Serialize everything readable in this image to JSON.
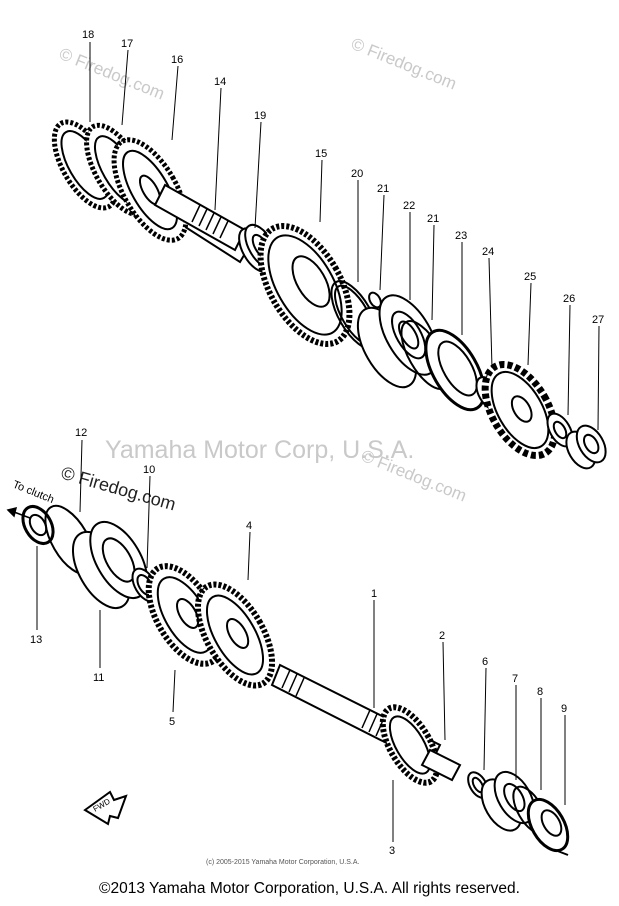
{
  "watermarks": {
    "top_left": "© Firedog.com",
    "top_right": "© Firedog.com",
    "center": "Yamaha Motor Corp, U.S.A.",
    "mid_left": "© Firedog.com",
    "mid_right": "© Firedog.com"
  },
  "labels": {
    "to_clutch": "To clutch",
    "fwd": "FWD"
  },
  "callouts": {
    "n1": "1",
    "n2": "2",
    "n3": "3",
    "n4": "4",
    "n5": "5",
    "n6": "6",
    "n7": "7",
    "n8": "8",
    "n9": "9",
    "n10": "10",
    "n11": "11",
    "n12": "12",
    "n13": "13",
    "n14": "14",
    "n15": "15",
    "n16": "16",
    "n17": "17",
    "n18": "18",
    "n19": "19",
    "n20": "20",
    "n21a": "21",
    "n21b": "21",
    "n22": "22",
    "n23": "23",
    "n24": "24",
    "n25": "25",
    "n26": "26",
    "n27": "27"
  },
  "small_copyright": "(c) 2005-2015 Yamaha Motor Corporation, U.S.A.",
  "copyright": "©2013 Yamaha Motor Corporation, U.S.A. All rights reserved."
}
